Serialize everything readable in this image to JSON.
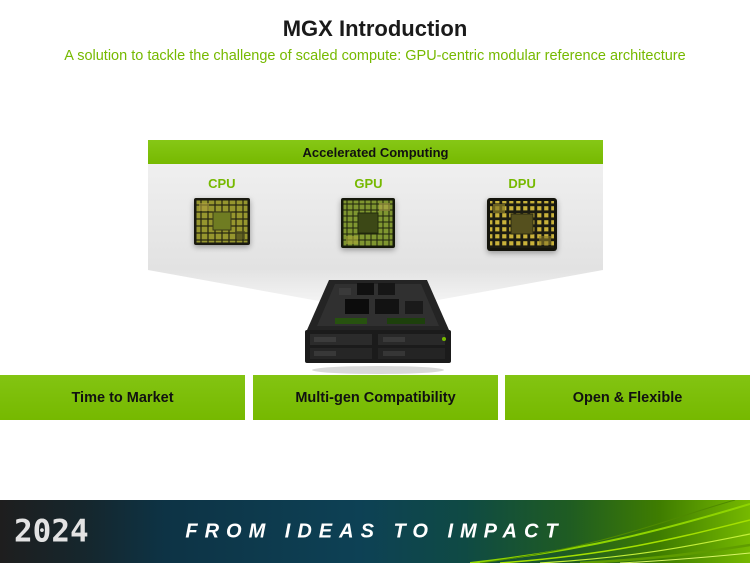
{
  "slide": {
    "title": "MGX Introduction",
    "subtitle": "A solution to tackle the challenge of scaled compute: GPU-centric modular reference architecture"
  },
  "diagram": {
    "header": "Accelerated Computing",
    "components": [
      {
        "label": "CPU",
        "icon": "cpu-chip-image"
      },
      {
        "label": "GPU",
        "icon": "gpu-chip-image"
      },
      {
        "label": "DPU",
        "icon": "dpu-chip-image"
      }
    ],
    "center_image": "mgx-server-image"
  },
  "benefits": [
    {
      "label": "Time to Market"
    },
    {
      "label": "Multi-gen Compatibility"
    },
    {
      "label": "Open & Flexible"
    }
  ],
  "footer": {
    "year": "2024",
    "tagline": "FROM IDEAS TO IMPACT"
  },
  "colors": {
    "nvidia_green": "#76b900",
    "panel_gray": "#e8e8e8",
    "footer_teal": "#0d4155"
  }
}
